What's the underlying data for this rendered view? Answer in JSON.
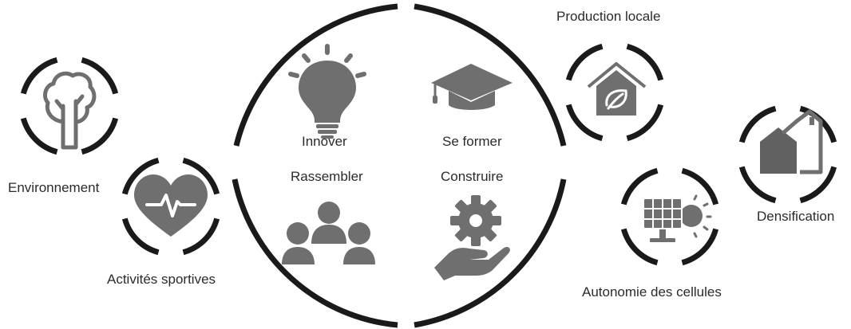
{
  "colors": {
    "ring": "#1a1a1a",
    "icon": "#6f6f6f",
    "icon_dark": "#616161",
    "text": "#2b2b2b",
    "background": "#ffffff"
  },
  "labels": {
    "environment": "Environnement",
    "sports": "Activités sportives",
    "innovate": "Innover",
    "train": "Se former",
    "gather": "Rassembler",
    "build": "Construire",
    "local_production": "Production locale",
    "autonomy": "Autonomie des cellules",
    "densification": "Densification"
  },
  "icons": {
    "environment": "tree-icon",
    "sports": "heart-pulse-icon",
    "innovate": "lightbulb-icon",
    "train": "graduation-cap-icon",
    "gather": "people-group-icon",
    "build": "gear-hand-icon",
    "local_production": "eco-house-icon",
    "autonomy": "solar-panel-sun-icon",
    "densification": "houses-icon"
  }
}
